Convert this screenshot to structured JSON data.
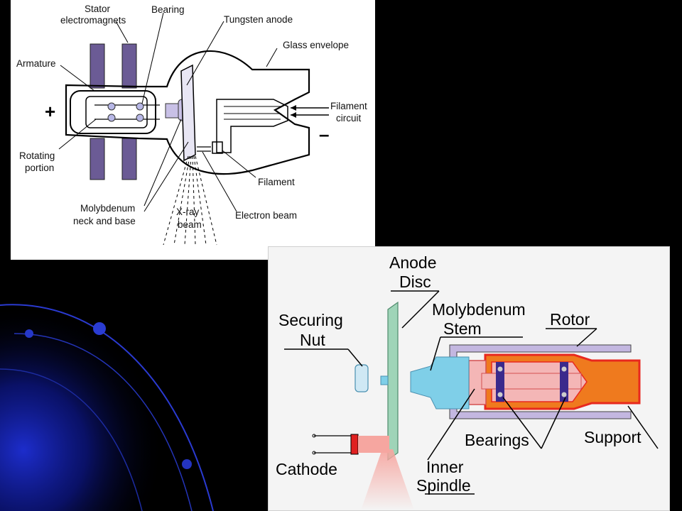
{
  "theme": {
    "background": "#000000",
    "slide_accent": "#1c2bb8",
    "stator_color": "#6b5b95",
    "bearing_color": "#b7b7e6",
    "anode_disc_color": "#9fd4b8",
    "stem_color": "#7fcfe8",
    "rotor_color": "#c3b7e0",
    "support_color": "#ef7a1e",
    "support_outline": "#e8281e",
    "spindle_color": "#f4b6b6",
    "bearing_dark": "#3b2a8c",
    "cathode_tip": "#e02020",
    "beam_color": "#f6a6a0"
  },
  "top_diagram": {
    "labels": {
      "stator": "Stator",
      "electromagnets": "electromagnets",
      "bearing": "Bearing",
      "tungsten_anode": "Tungsten anode",
      "glass_envelope": "Glass envelope",
      "armature": "Armature",
      "filament_circuit_1": "Filament",
      "filament_circuit_2": "circuit",
      "rotating_1": "Rotating",
      "rotating_2": "portion",
      "filament": "Filament",
      "molybdenum_1": "Molybdenum",
      "molybdenum_2": "neck and base",
      "xray_1": "X-ray",
      "xray_2": "beam",
      "electron_beam": "Electron beam",
      "plus": "+",
      "minus": "–"
    }
  },
  "bottom_diagram": {
    "labels": {
      "anode_1": "Anode",
      "anode_2": "Disc",
      "molybdenum_1": "Molybdenum",
      "molybdenum_2": "Stem",
      "rotor": "Rotor",
      "securing_1": "Securing",
      "securing_2": "Nut",
      "bearings": "Bearings",
      "support": "Support",
      "cathode": "Cathode",
      "inner_1": "Inner",
      "inner_2": "Spindle"
    }
  }
}
